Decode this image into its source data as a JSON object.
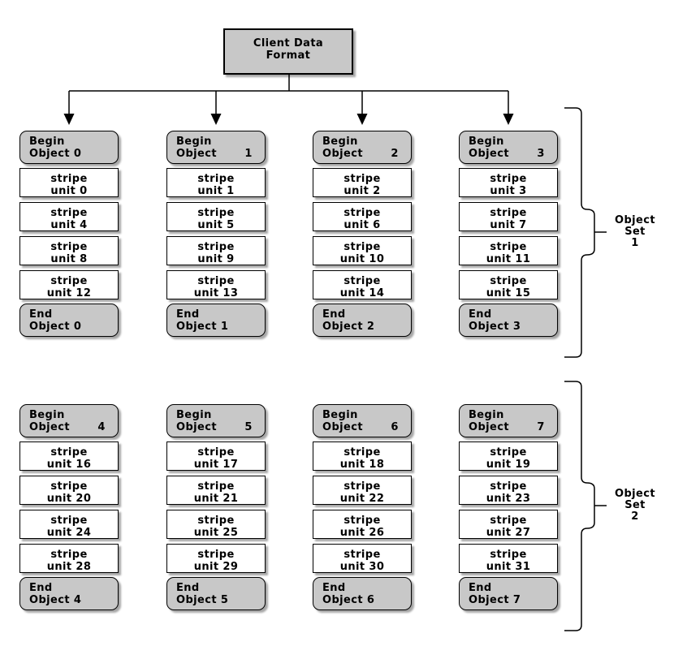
{
  "title": {
    "line1": "Client Data",
    "line2": "Format"
  },
  "colors": {
    "box_gray": "#c8c8c8",
    "box_white": "#ffffff",
    "line_black": "#000000",
    "background": "#ffffff"
  },
  "sets": [
    {
      "label": {
        "line1": "Object",
        "line2": "Set",
        "line3": "1"
      },
      "columns": [
        {
          "begin": {
            "line1": "Begin",
            "line2": "Object 0"
          },
          "units": [
            {
              "line1": "stripe",
              "line2": "unit 0"
            },
            {
              "line1": "stripe",
              "line2": "unit 4"
            },
            {
              "line1": "stripe",
              "line2": "unit 8"
            },
            {
              "line1": "stripe",
              "line2": "unit 12"
            }
          ],
          "end": {
            "line1": "End",
            "line2": "Object 0"
          }
        },
        {
          "begin": {
            "line1": "Begin",
            "line2": "Object       1"
          },
          "units": [
            {
              "line1": "stripe",
              "line2": "unit 1"
            },
            {
              "line1": "stripe",
              "line2": "unit 5"
            },
            {
              "line1": "stripe",
              "line2": "unit 9"
            },
            {
              "line1": "stripe",
              "line2": "unit 13"
            }
          ],
          "end": {
            "line1": "End",
            "line2": "Object 1"
          }
        },
        {
          "begin": {
            "line1": "Begin",
            "line2": "Object       2"
          },
          "units": [
            {
              "line1": "stripe",
              "line2": "unit 2"
            },
            {
              "line1": "stripe",
              "line2": "unit 6"
            },
            {
              "line1": "stripe",
              "line2": "unit 10"
            },
            {
              "line1": "stripe",
              "line2": "unit 14"
            }
          ],
          "end": {
            "line1": "End",
            "line2": "Object 2"
          }
        },
        {
          "begin": {
            "line1": "Begin",
            "line2": "Object       3"
          },
          "units": [
            {
              "line1": "stripe",
              "line2": "unit 3"
            },
            {
              "line1": "stripe",
              "line2": "unit 7"
            },
            {
              "line1": "stripe",
              "line2": "unit 11"
            },
            {
              "line1": "stripe",
              "line2": "unit 15"
            }
          ],
          "end": {
            "line1": "End",
            "line2": "Object 3"
          }
        }
      ]
    },
    {
      "label": {
        "line1": "Object",
        "line2": "Set",
        "line3": "2"
      },
      "columns": [
        {
          "begin": {
            "line1": "Begin",
            "line2": "Object       4"
          },
          "units": [
            {
              "line1": "stripe",
              "line2": "unit 16"
            },
            {
              "line1": "stripe",
              "line2": "unit 20"
            },
            {
              "line1": "stripe",
              "line2": "unit 24"
            },
            {
              "line1": "stripe",
              "line2": "unit 28"
            }
          ],
          "end": {
            "line1": "End",
            "line2": "Object 4"
          }
        },
        {
          "begin": {
            "line1": "Begin",
            "line2": "Object       5"
          },
          "units": [
            {
              "line1": "stripe",
              "line2": "unit 17"
            },
            {
              "line1": "stripe",
              "line2": "unit 21"
            },
            {
              "line1": "stripe",
              "line2": "unit 25"
            },
            {
              "line1": "stripe",
              "line2": "unit 29"
            }
          ],
          "end": {
            "line1": "End",
            "line2": "Object 5"
          }
        },
        {
          "begin": {
            "line1": "Begin",
            "line2": "Object       6"
          },
          "units": [
            {
              "line1": "stripe",
              "line2": "unit 18"
            },
            {
              "line1": "stripe",
              "line2": "unit 22"
            },
            {
              "line1": "stripe",
              "line2": "unit 26"
            },
            {
              "line1": "stripe",
              "line2": "unit 30"
            }
          ],
          "end": {
            "line1": "End",
            "line2": "Object 6"
          }
        },
        {
          "begin": {
            "line1": "Begin",
            "line2": "Object       7"
          },
          "units": [
            {
              "line1": "stripe",
              "line2": "unit 19"
            },
            {
              "line1": "stripe",
              "line2": "unit 23"
            },
            {
              "line1": "stripe",
              "line2": "unit 27"
            },
            {
              "line1": "stripe",
              "line2": "unit 31"
            }
          ],
          "end": {
            "line1": "End",
            "line2": "Object 7"
          }
        }
      ]
    }
  ]
}
